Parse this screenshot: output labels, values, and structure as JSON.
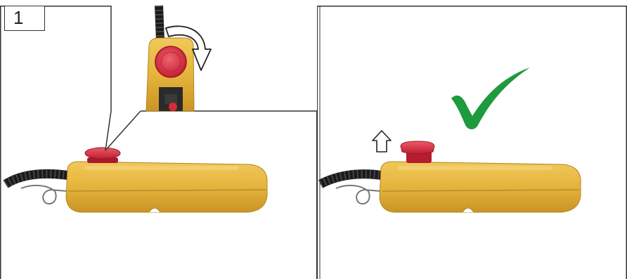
{
  "step": {
    "number": "1"
  },
  "colors": {
    "housing_yellow": "#e6b43c",
    "stop_button_red": "#d8283c",
    "check_green": "#1f9a3e",
    "cable_black": "#1a1a1a",
    "border": "#333333"
  },
  "panels": [
    {
      "name": "press-emergency-stop",
      "detail_callout": "rotate-to-release",
      "stop_button_state": "pressed"
    },
    {
      "name": "button-released",
      "arrow": "up",
      "stop_button_state": "raised",
      "result": "check-mark"
    }
  ]
}
